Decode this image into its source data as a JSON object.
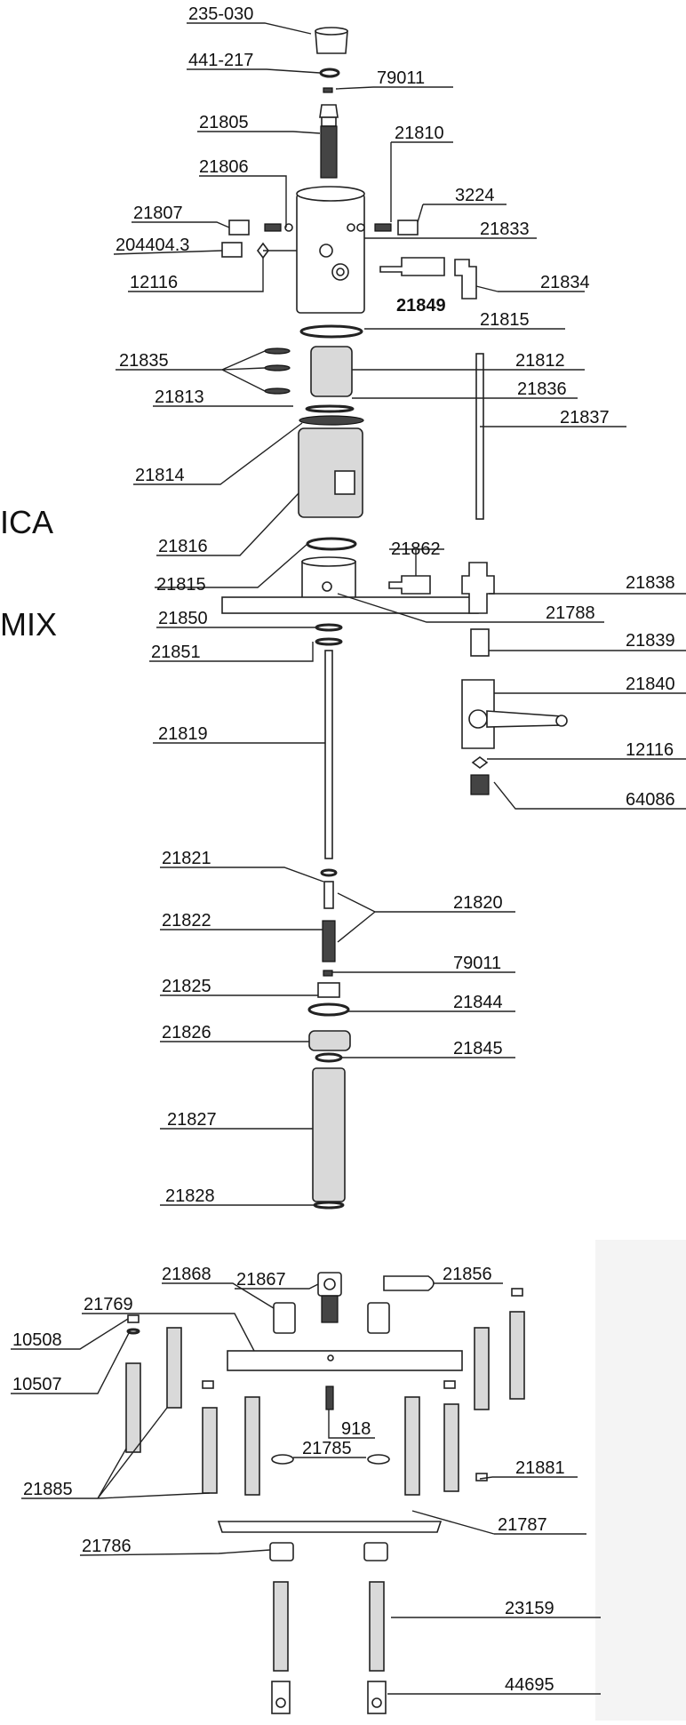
{
  "side_text": {
    "line1": "ICA",
    "line2": "MIX"
  },
  "upper_assembly": {
    "labels": [
      "235-030",
      "441-217",
      "79011",
      "21805",
      "21810",
      "21806",
      "3224",
      "21807",
      "21833",
      "204404.3",
      "12116",
      "21834",
      "21849",
      "21815",
      "21835",
      "21812",
      "21836",
      "21813",
      "21837",
      "21814",
      "21816",
      "21862",
      "21815",
      "21838",
      "21788",
      "21850",
      "21839",
      "21851",
      "21840",
      "21819",
      "12116",
      "64086",
      "21821",
      "21820",
      "21822",
      "79011",
      "21825",
      "21844",
      "21826",
      "21845",
      "21827",
      "21828"
    ]
  },
  "lower_assembly": {
    "labels": [
      "21867",
      "21856",
      "21868",
      "21769",
      "10508",
      "10507",
      "918",
      "21885",
      "21881",
      "21785",
      "21787",
      "21786",
      "23159",
      "44695"
    ]
  }
}
